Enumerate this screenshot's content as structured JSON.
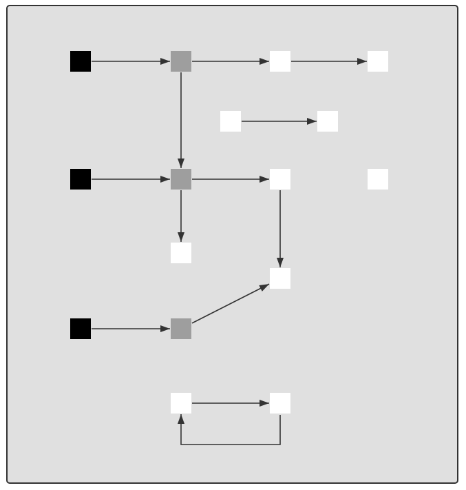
{
  "colors": {
    "background": "#e0e0e0",
    "border": "#333333",
    "edge": "#333333",
    "source": "#000000",
    "intermediate": "#9e9e9e",
    "sink": "#ffffff"
  },
  "nodes": [
    {
      "id": "a1",
      "kind": "source"
    },
    {
      "id": "b1",
      "kind": "intermediate"
    },
    {
      "id": "c1",
      "kind": "sink"
    },
    {
      "id": "d1",
      "kind": "sink"
    },
    {
      "id": "m1",
      "kind": "sink"
    },
    {
      "id": "m2",
      "kind": "sink"
    },
    {
      "id": "a2",
      "kind": "source"
    },
    {
      "id": "b2",
      "kind": "intermediate"
    },
    {
      "id": "c2",
      "kind": "sink"
    },
    {
      "id": "d2",
      "kind": "sink"
    },
    {
      "id": "b2s",
      "kind": "sink"
    },
    {
      "id": "c3",
      "kind": "sink"
    },
    {
      "id": "a3",
      "kind": "source"
    },
    {
      "id": "b3",
      "kind": "intermediate"
    },
    {
      "id": "l1",
      "kind": "sink"
    },
    {
      "id": "l2",
      "kind": "sink"
    }
  ],
  "edges": [
    {
      "from": "a1",
      "to": "b1"
    },
    {
      "from": "b1",
      "to": "c1"
    },
    {
      "from": "c1",
      "to": "d1"
    },
    {
      "from": "m1",
      "to": "m2"
    },
    {
      "from": "b1",
      "to": "b2"
    },
    {
      "from": "a2",
      "to": "b2"
    },
    {
      "from": "b2",
      "to": "c2"
    },
    {
      "from": "b2",
      "to": "b2s"
    },
    {
      "from": "c2",
      "to": "c3"
    },
    {
      "from": "a3",
      "to": "b3"
    },
    {
      "from": "b3",
      "to": "c3"
    },
    {
      "from": "l1",
      "to": "l2"
    },
    {
      "from": "l2",
      "to": "l1",
      "route": "loop-below"
    }
  ]
}
